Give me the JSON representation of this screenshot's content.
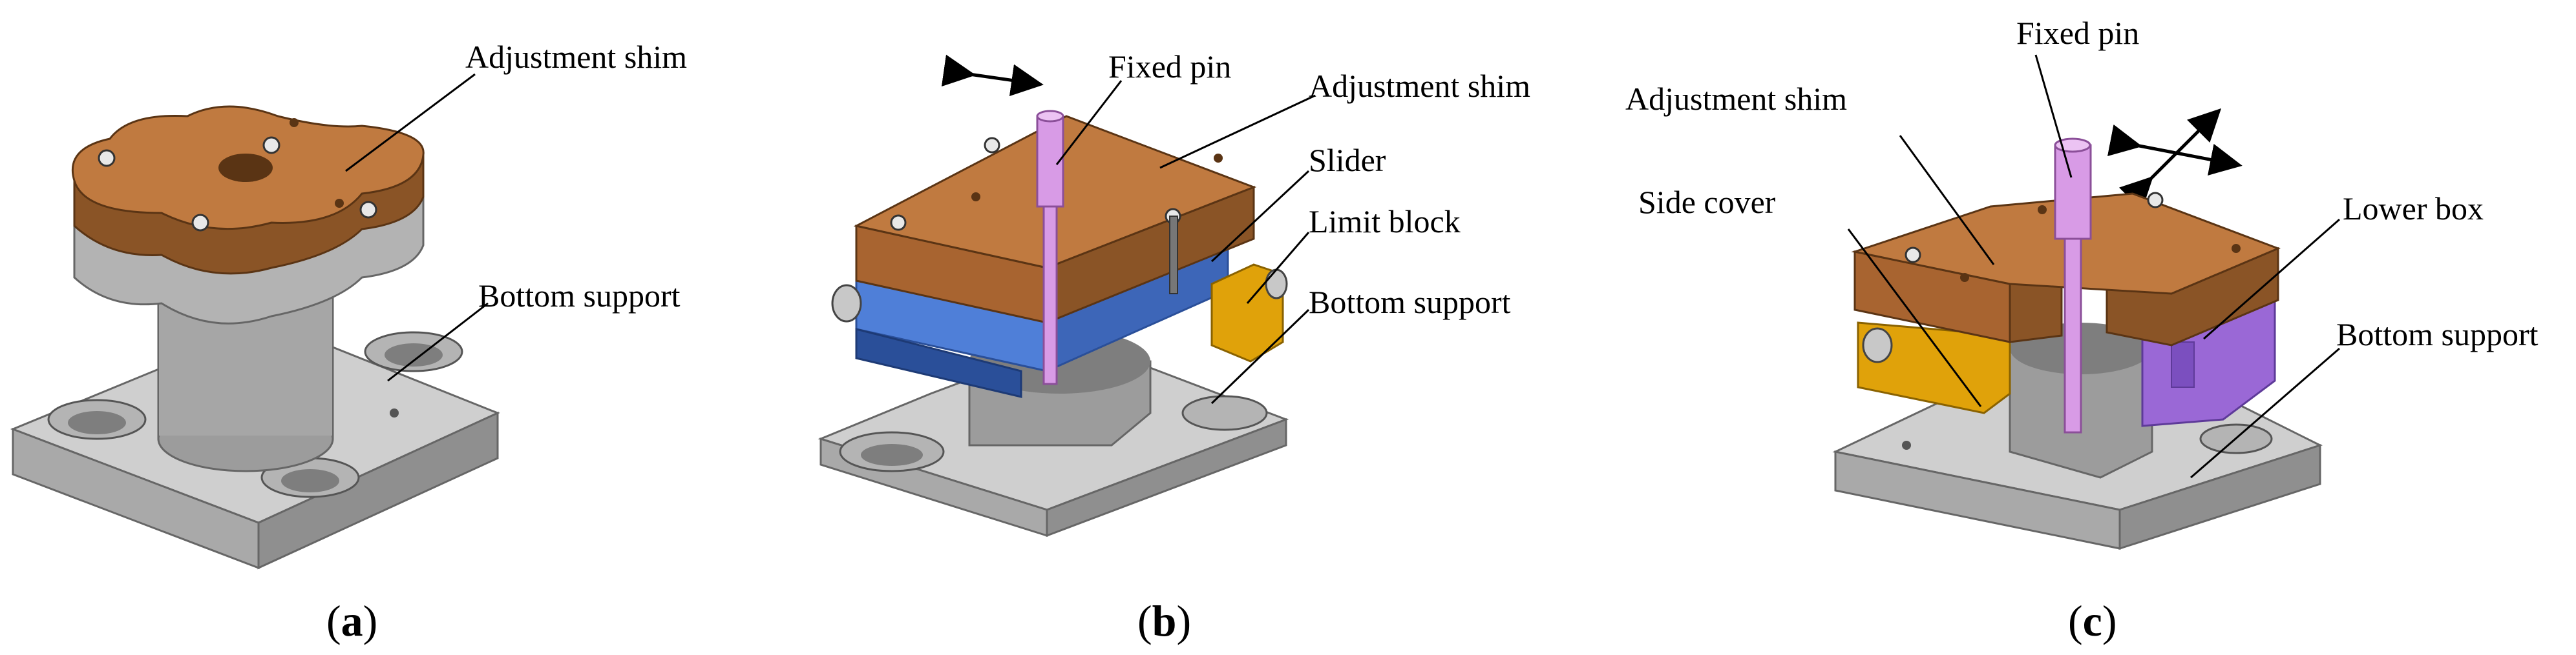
{
  "panels": {
    "a": {
      "caption_open": "(",
      "caption_letter": "a",
      "caption_close": ")",
      "labels": {
        "adjustment_shim": "Adjustment shim",
        "bottom_support": "Bottom support"
      }
    },
    "b": {
      "caption_open": "(",
      "caption_letter": "b",
      "caption_close": ")",
      "labels": {
        "fixed_pin": "Fixed pin",
        "adjustment_shim": "Adjustment shim",
        "slider": "Slider",
        "limit_block": "Limit block",
        "bottom_support": "Bottom support"
      }
    },
    "c": {
      "caption_open": "(",
      "caption_letter": "c",
      "caption_close": ")",
      "labels": {
        "fixed_pin": "Fixed pin",
        "adjustment_shim": "Adjustment shim",
        "side_cover": "Side cover",
        "lower_box": "Lower box",
        "bottom_support": "Bottom support"
      }
    }
  },
  "colors": {
    "shim": "#c07a40",
    "shim_side": "#8a5426",
    "grey_top": "#cfcfcf",
    "grey_side": "#a9a9a9",
    "grey_dark": "#7e7e7e",
    "slider": "#4f7fd8",
    "pin": "#d89be6",
    "limit_block": "#e0a20a",
    "lower_box": "#9a68d6"
  }
}
